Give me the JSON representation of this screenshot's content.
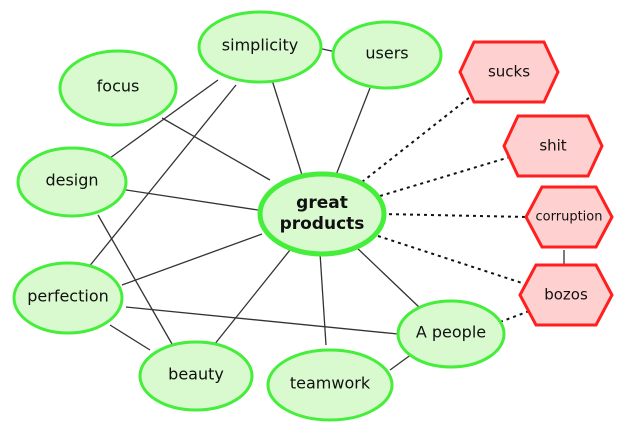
{
  "center": {
    "line1": "great",
    "line2": "products"
  },
  "positives": {
    "simplicity": "simplicity",
    "users": "users",
    "focus": "focus",
    "design": "design",
    "perfection": "perfection",
    "beauty": "beauty",
    "teamwork": "teamwork",
    "a_people": "A people"
  },
  "negatives": {
    "sucks": "sucks",
    "shit": "shit",
    "corruption": "corruption",
    "bozos": "bozos"
  },
  "colors": {
    "positive_fill": "#d9f9cf",
    "positive_stroke": "#44ee3a",
    "negative_fill": "#ffd0d0",
    "negative_stroke": "#ff1f1f",
    "edge": "#333333"
  }
}
